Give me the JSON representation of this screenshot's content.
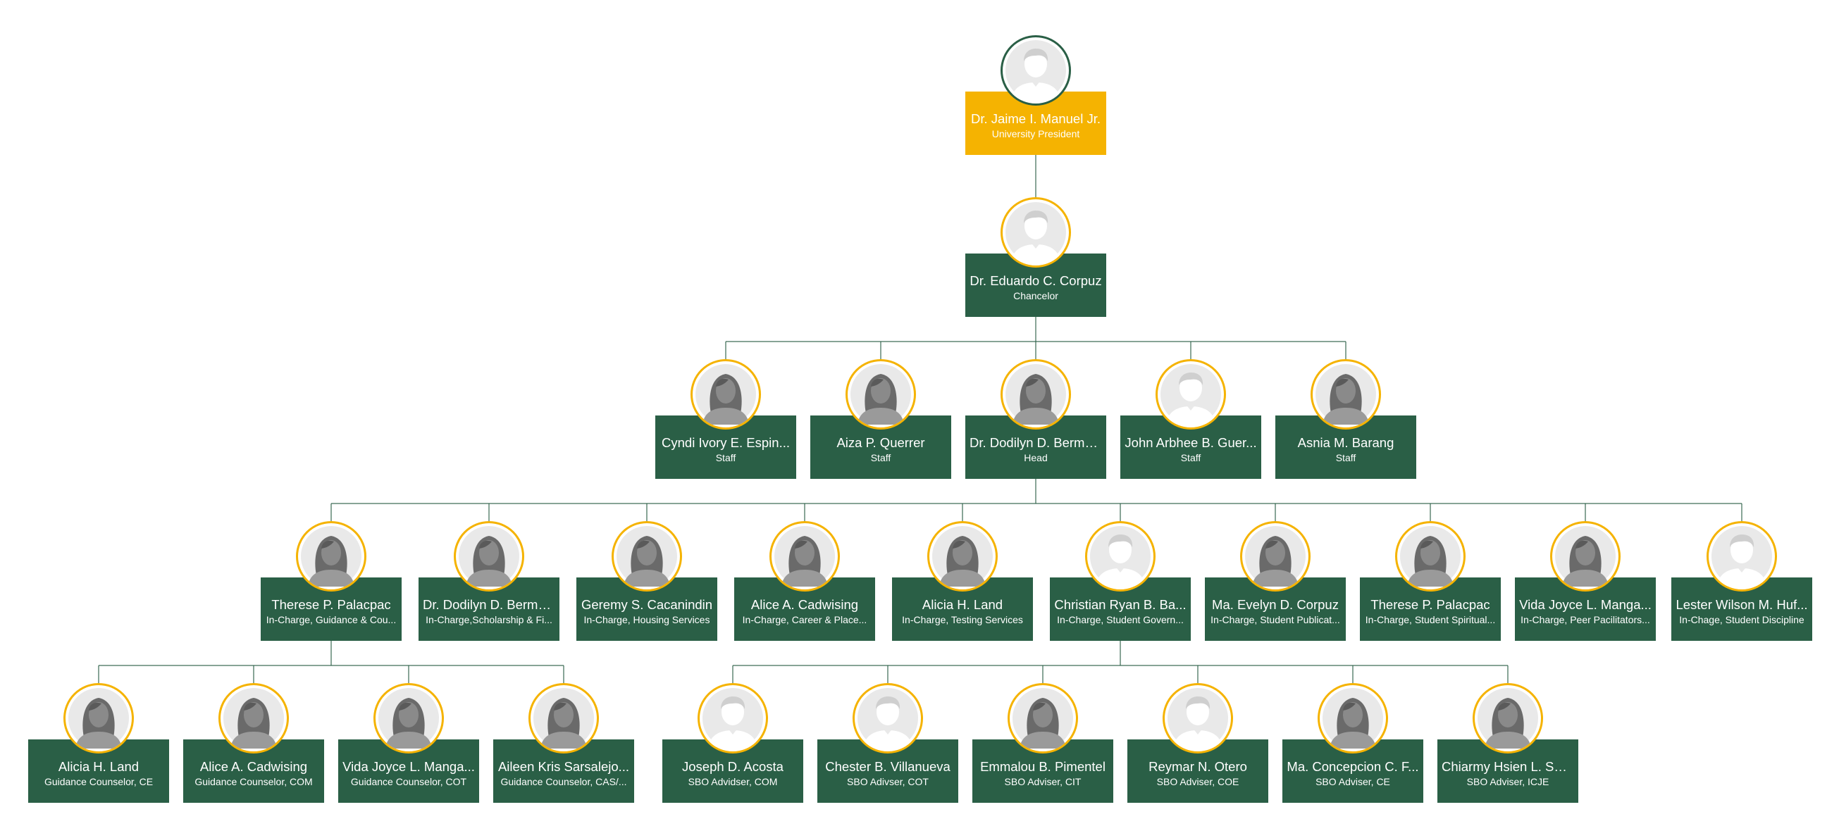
{
  "colors": {
    "card": "#2a5f46",
    "root_card": "#f5b301",
    "ring": "#f5b301",
    "root_ring": "#2a5f46",
    "link": "#2a5f46"
  },
  "nodes": [
    {
      "id": "president",
      "name": "Dr. Jaime I. Manuel Jr.",
      "role": "University President",
      "avatar": "male"
    },
    {
      "id": "chancellor",
      "name": "Dr. Eduardo C. Corpuz",
      "role": "Chancelor",
      "avatar": "male"
    },
    {
      "id": "s1",
      "name": "Cyndi Ivory E. Espin...",
      "role": "Staff",
      "avatar": "female"
    },
    {
      "id": "s2",
      "name": "Aiza P. Querrer",
      "role": "Staff",
      "avatar": "female"
    },
    {
      "id": "head",
      "name": "Dr. Dodilyn D. Bermu...",
      "role": "Head",
      "avatar": "female"
    },
    {
      "id": "s4",
      "name": "John Arbhee B. Guer...",
      "role": "Staff",
      "avatar": "male"
    },
    {
      "id": "s5",
      "name": "Asnia M. Barang",
      "role": "Staff",
      "avatar": "female"
    },
    {
      "id": "ic1",
      "name": "Therese P. Palacpac",
      "role": "In-Charge, Guidance & Cou...",
      "avatar": "female"
    },
    {
      "id": "ic2",
      "name": "Dr. Dodilyn D. Bermu...",
      "role": "In-Charge,Scholarship & Fi...",
      "avatar": "female"
    },
    {
      "id": "ic3",
      "name": "Geremy S. Cacanindin",
      "role": "In-Charge, Housing Services",
      "avatar": "female"
    },
    {
      "id": "ic4",
      "name": "Alice A. Cadwising",
      "role": "In-Charge, Career & Place...",
      "avatar": "female"
    },
    {
      "id": "ic5",
      "name": "Alicia H. Land",
      "role": "In-Charge, Testing Services",
      "avatar": "female"
    },
    {
      "id": "ic6",
      "name": "Christian Ryan B. Ba...",
      "role": "In-Charge, Student Govern...",
      "avatar": "male"
    },
    {
      "id": "ic7",
      "name": "Ma. Evelyn D. Corpuz",
      "role": "In-Charge, Student Publicat...",
      "avatar": "female"
    },
    {
      "id": "ic8",
      "name": "Therese P. Palacpac",
      "role": "In-Charge, Student Spiritual...",
      "avatar": "female"
    },
    {
      "id": "ic9",
      "name": "Vida Joyce L. Manga...",
      "role": "In-Charge, Peer Pacilitators...",
      "avatar": "female"
    },
    {
      "id": "ic10",
      "name": "Lester Wilson M. Huf...",
      "role": "In-Chage, Student Discipline",
      "avatar": "male"
    },
    {
      "id": "g1",
      "name": "Alicia H. Land",
      "role": "Guidance Counselor, CE",
      "avatar": "female"
    },
    {
      "id": "g2",
      "name": "Alice A. Cadwising",
      "role": "Guidance Counselor, COM",
      "avatar": "female"
    },
    {
      "id": "g3",
      "name": "Vida Joyce L. Manga...",
      "role": "Guidance Counselor, COT",
      "avatar": "female"
    },
    {
      "id": "g4",
      "name": "Aileen Kris Sarsalejo...",
      "role": "Guidance Counselor, CAS/...",
      "avatar": "female"
    },
    {
      "id": "b1",
      "name": "Joseph D. Acosta",
      "role": "SBO Advidser, COM",
      "avatar": "male"
    },
    {
      "id": "b2",
      "name": "Chester B. Villanueva",
      "role": "SBO Adivser, COT",
      "avatar": "male"
    },
    {
      "id": "b3",
      "name": "Emmalou B. Pimentel",
      "role": "SBO Adviser, CIT",
      "avatar": "female"
    },
    {
      "id": "b4",
      "name": "Reymar N. Otero",
      "role": "SBO Adviser, COE",
      "avatar": "male"
    },
    {
      "id": "b5",
      "name": "Ma. Concepcion C. F...",
      "role": "SBO Adviser, CE",
      "avatar": "female"
    },
    {
      "id": "b6",
      "name": "Chiarmy Hsien L. Sal...",
      "role": "SBO Adviser, ICJE",
      "avatar": "female"
    }
  ],
  "edges": [
    [
      "president",
      "chancellor"
    ],
    [
      "chancellor",
      "s1"
    ],
    [
      "chancellor",
      "s2"
    ],
    [
      "chancellor",
      "head"
    ],
    [
      "chancellor",
      "s4"
    ],
    [
      "chancellor",
      "s5"
    ],
    [
      "head",
      "ic1"
    ],
    [
      "head",
      "ic2"
    ],
    [
      "head",
      "ic3"
    ],
    [
      "head",
      "ic4"
    ],
    [
      "head",
      "ic5"
    ],
    [
      "head",
      "ic6"
    ],
    [
      "head",
      "ic7"
    ],
    [
      "head",
      "ic8"
    ],
    [
      "head",
      "ic9"
    ],
    [
      "head",
      "ic10"
    ],
    [
      "ic1",
      "g1"
    ],
    [
      "ic1",
      "g2"
    ],
    [
      "ic1",
      "g3"
    ],
    [
      "ic1",
      "g4"
    ],
    [
      "ic6",
      "b1"
    ],
    [
      "ic6",
      "b2"
    ],
    [
      "ic6",
      "b3"
    ],
    [
      "ic6",
      "b4"
    ],
    [
      "ic6",
      "b5"
    ],
    [
      "ic6",
      "b6"
    ]
  ]
}
